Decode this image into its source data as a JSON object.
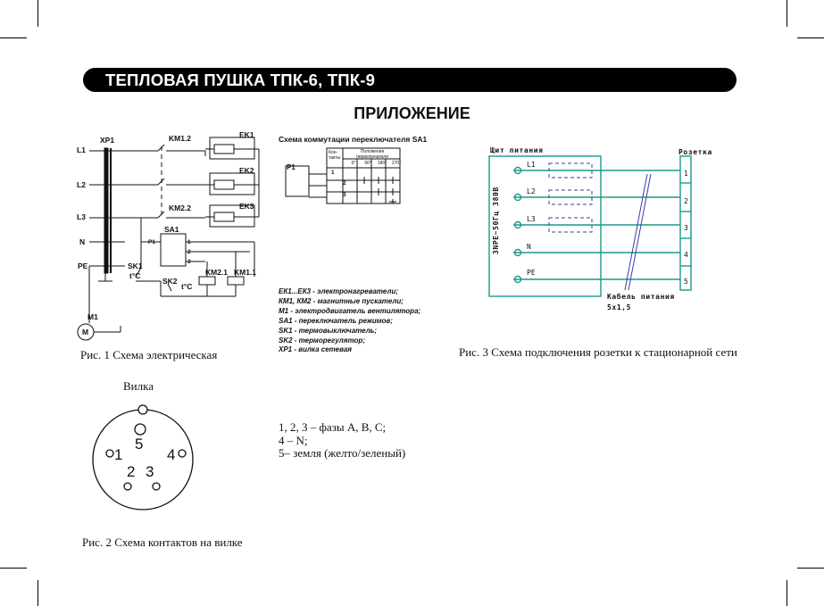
{
  "header": {
    "title": "ТЕПЛОВАЯ ПУШКА ТПК-6, ТПК-9"
  },
  "section": {
    "title": "ПРИЛОЖЕНИЕ"
  },
  "fig1": {
    "caption": "Рис. 1 Схема электрическая",
    "lines": [
      "L1",
      "L2",
      "L3",
      "N",
      "PE"
    ],
    "labels": {
      "xp1": "XP1",
      "km12": "KM1.2",
      "km22": "KM2.2",
      "ek1": "EK1",
      "ek2": "EK2",
      "ek3": "EK3",
      "sa1": "SA1",
      "p1": "P1",
      "t1": "1",
      "t2": "2",
      "t3": "3",
      "sk1": "SK1",
      "sk1_t": "t°C",
      "sk2": "SK2",
      "sk2_t": "t°C",
      "km21": "KM2.1",
      "km11": "KM1.1",
      "m1": "M1",
      "m_sym": "M"
    },
    "switch_table": {
      "title": "Схема коммутации переключателя SA1",
      "p1": "P1",
      "col_contacts": "Кон-\nтакты",
      "col_positions": "Положения переключателя",
      "angles": [
        "0°",
        "90°",
        "180°",
        "270°"
      ],
      "rows": [
        "1",
        "2",
        "3"
      ]
    },
    "legend": [
      "ЕК1...ЕК3 - электронагреватели;",
      "КМ1, КМ2 - магнитные пускатели;",
      "М1 - электродвигатель вентилятора;",
      "SA1 - переключатель режимов;",
      "SK1 - термовыключатель;",
      "SK2 - терморегулятор;",
      "ХР1 - вилка сетевая"
    ]
  },
  "fig2": {
    "title": "Вилка",
    "caption": "Рис. 2 Схема контактов на вилке",
    "pins": [
      "5",
      "1",
      "4",
      "2",
      "3"
    ],
    "description": [
      "1, 2, 3 – фазы А, В, С;",
      "4 – N;",
      "5– земля (желто/зеленый)"
    ]
  },
  "fig3": {
    "caption": "Рис. 3 Схема подключения розетки к стационарной сети",
    "panel_label": "Щит питания",
    "socket_label": "Розетка",
    "supply_label": "3NPE~50Гц 380В",
    "cable_label": "Кабель питания",
    "cable_spec": "5х1,5",
    "wires": [
      "L1",
      "L2",
      "L3",
      "N",
      "PE"
    ],
    "terminals": [
      "1",
      "2",
      "3",
      "4",
      "5"
    ],
    "colors": {
      "wire": "#1a9a8c",
      "dashed": "#3b3f9e"
    }
  }
}
